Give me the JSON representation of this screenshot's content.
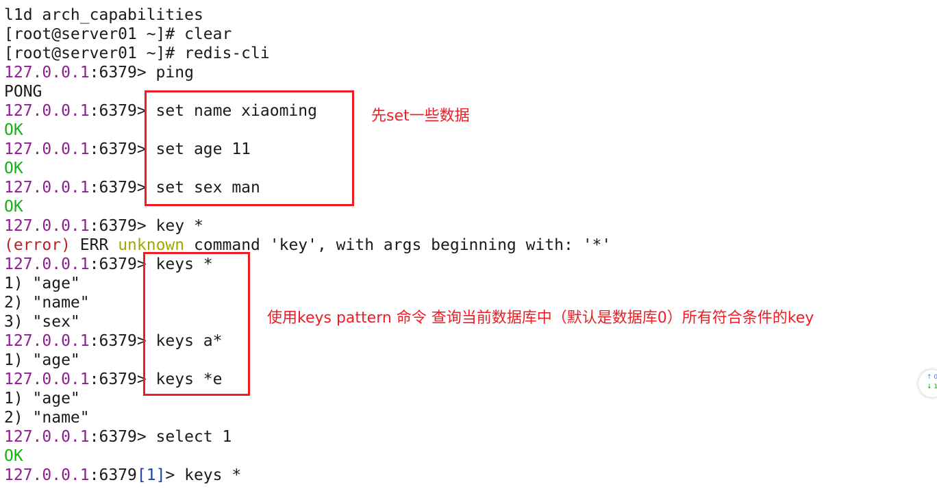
{
  "colors": {
    "default": "#1a1a1a",
    "prompt": "#8e1e8f",
    "ok": "#12b312",
    "error": "#b32424",
    "warn": "#a5a500",
    "db": "#1f3fae",
    "annotation": "#ee1c24"
  },
  "lines": [
    [
      {
        "t": "l1d arch_capabilities",
        "c": "default"
      }
    ],
    [
      {
        "t": "[root@server01 ~]# clear",
        "c": "default"
      }
    ],
    [
      {
        "t": "[root@server01 ~]# redis-cli",
        "c": "default"
      }
    ],
    [
      {
        "t": "127.0.0.1",
        "c": "prompt"
      },
      {
        "t": ":6379> ping",
        "c": "default"
      }
    ],
    [
      {
        "t": "PONG",
        "c": "default"
      }
    ],
    [
      {
        "t": "127.0.0.1",
        "c": "prompt"
      },
      {
        "t": ":6379> set name xiaoming",
        "c": "default"
      }
    ],
    [
      {
        "t": "OK",
        "c": "ok"
      }
    ],
    [
      {
        "t": "127.0.0.1",
        "c": "prompt"
      },
      {
        "t": ":6379> set age 11",
        "c": "default"
      }
    ],
    [
      {
        "t": "OK",
        "c": "ok"
      }
    ],
    [
      {
        "t": "127.0.0.1",
        "c": "prompt"
      },
      {
        "t": ":6379> set sex man",
        "c": "default"
      }
    ],
    [
      {
        "t": "OK",
        "c": "ok"
      }
    ],
    [
      {
        "t": "127.0.0.1",
        "c": "prompt"
      },
      {
        "t": ":6379> key *",
        "c": "default"
      }
    ],
    [
      {
        "t": "(error)",
        "c": "error"
      },
      {
        "t": " ERR ",
        "c": "default"
      },
      {
        "t": "unknown",
        "c": "warn"
      },
      {
        "t": " command 'key', with args beginning with: '*'",
        "c": "default"
      }
    ],
    [
      {
        "t": "127.0.0.1",
        "c": "prompt"
      },
      {
        "t": ":6379> keys *",
        "c": "default"
      }
    ],
    [
      {
        "t": "1) \"age\"",
        "c": "default"
      }
    ],
    [
      {
        "t": "2) \"name\"",
        "c": "default"
      }
    ],
    [
      {
        "t": "3) \"sex\"",
        "c": "default"
      }
    ],
    [
      {
        "t": "127.0.0.1",
        "c": "prompt"
      },
      {
        "t": ":6379> keys a*",
        "c": "default"
      }
    ],
    [
      {
        "t": "1) \"age\"",
        "c": "default"
      }
    ],
    [
      {
        "t": "127.0.0.1",
        "c": "prompt"
      },
      {
        "t": ":6379> keys *e",
        "c": "default"
      }
    ],
    [
      {
        "t": "1) \"age\"",
        "c": "default"
      }
    ],
    [
      {
        "t": "2) \"name\"",
        "c": "default"
      }
    ],
    [
      {
        "t": "127.0.0.1",
        "c": "prompt"
      },
      {
        "t": ":6379> select 1",
        "c": "default"
      }
    ],
    [
      {
        "t": "OK",
        "c": "ok"
      }
    ],
    [
      {
        "t": "127.0.0.1",
        "c": "prompt"
      },
      {
        "t": ":6379",
        "c": "default"
      },
      {
        "t": "[1]",
        "c": "db"
      },
      {
        "t": "> keys *",
        "c": "default"
      }
    ]
  ],
  "annotations": {
    "set_note": "先set一些数据",
    "keys_note": "使用keys pattern 命令 查询当前数据库中（默认是数据库0）所有符合条件的key"
  },
  "scroll_widget": {
    "up": "↑ 0",
    "down": "↓ 1"
  }
}
